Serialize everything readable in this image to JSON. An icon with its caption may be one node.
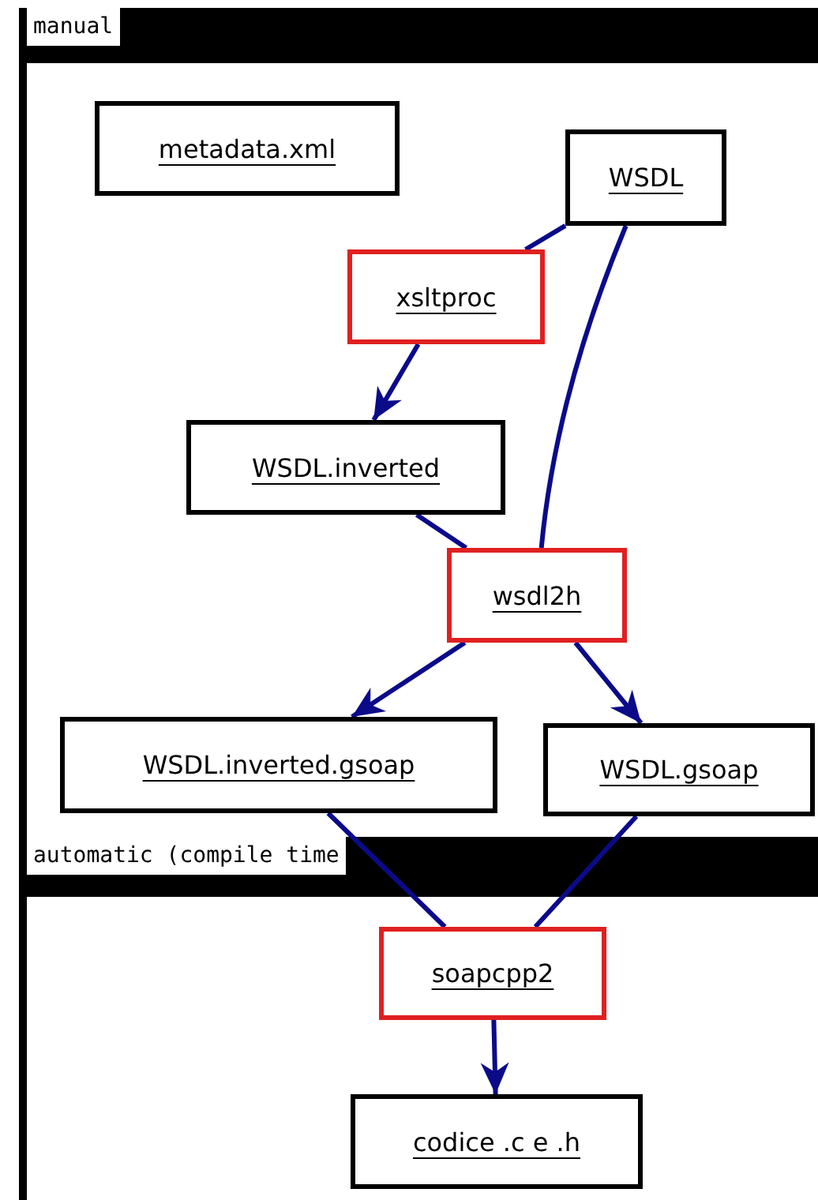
{
  "diagram": {
    "nodes": [
      {
        "text": [
          "manual"
        ]
      },
      {
        "text": [
          "metadata.xml"
        ],
        "in": 0
      },
      {
        "text": [
          "WSDL"
        ],
        "in": 0
      },
      {
        "text": [
          "xsltproc"
        ],
        "in": 0
      },
      {
        "text": [
          "WSDL.inverted"
        ],
        "in": 0
      },
      {
        "text": [
          "wsdl2h"
        ],
        "in": 0
      },
      {
        "text": [
          "WSDL.inverted.gsoap"
        ],
        "in": 0
      },
      {
        "text": [
          "WSDL.gsoap"
        ],
        "in": 0
      },
      {
        "text": [
          "automatic (compile time"
        ]
      },
      {
        "text": [
          "soapcpp2"
        ],
        "in": 8
      },
      {
        "text": [
          "codice .c e .h"
        ],
        "in": 8
      }
    ],
    "edges": [
      {
        "from": 2,
        "to": 3,
        "arrow": "none"
      },
      {
        "from": 3,
        "to": 4,
        "arrow": "to"
      },
      {
        "from": 4,
        "to": 5,
        "arrow": "none"
      },
      {
        "from": 2,
        "to": 5,
        "arrow": "none"
      },
      {
        "from": 5,
        "to": 6,
        "arrow": "to"
      },
      {
        "from": 5,
        "to": 7,
        "arrow": "to"
      },
      {
        "from": 6,
        "to": 9,
        "arrow": "none"
      },
      {
        "from": 7,
        "to": 9,
        "arrow": "none"
      },
      {
        "from": 9,
        "to": 10,
        "arrow": "to"
      }
    ]
  }
}
